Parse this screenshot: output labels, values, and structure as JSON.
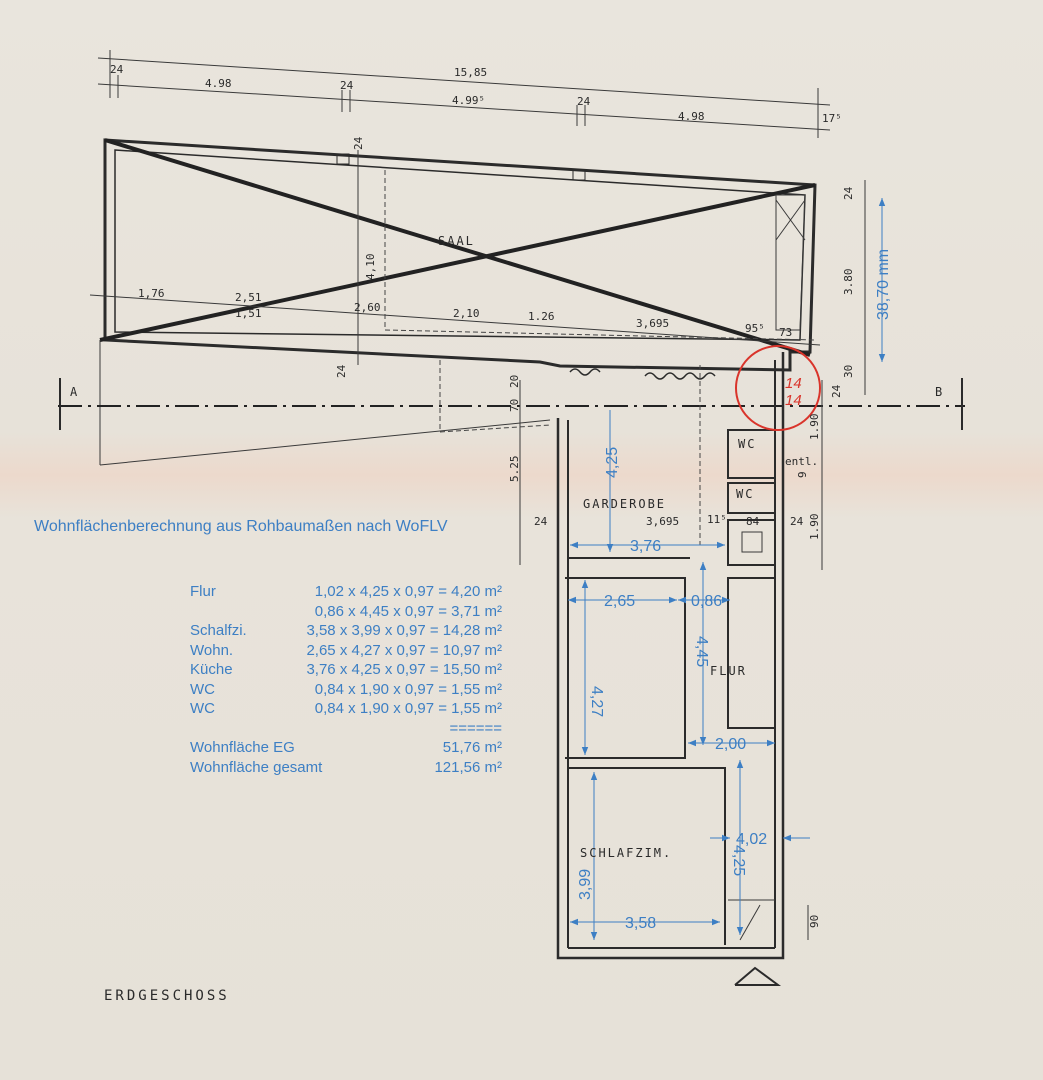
{
  "heading": "Wohnflächenberechnung aus Rohbaumaßen nach WoFLV",
  "floor_name": "ERDGESCHOSS",
  "rooms": {
    "saal": "SAAL",
    "garderobe": "GARDEROBE",
    "wc1": "WC",
    "wc2": "WC",
    "flur": "FLUR",
    "schlafzim": "SCHLAFZIM.",
    "entl": "entl."
  },
  "section": {
    "a": "A",
    "b": "B"
  },
  "dims_top": {
    "d24a": "24",
    "d498a": "4.98",
    "d1585": "15,85",
    "d24b": "24",
    "d4995": "4.99⁵",
    "d24c": "24",
    "d498b": "4.98",
    "d175": "17⁵",
    "d24v": "24",
    "d410": "4,10"
  },
  "dims_mid": {
    "d176": "1,76",
    "d251": "2,51",
    "d151": "1,51",
    "d260": "2,60",
    "d210": "2,10",
    "d126": "1.26",
    "d3695": "3,695",
    "d955": "95⁵",
    "d73": "73",
    "d24l": "24"
  },
  "dims_right": {
    "d24": "24",
    "d380": "3.80",
    "d30": "30",
    "d24b": "24",
    "d190a": "1.90",
    "d9": "9",
    "d190b": "1.90",
    "d90": "90",
    "d20": "20",
    "d70": "70",
    "d525": "5.25"
  },
  "dims_garderobe": {
    "d24l": "24",
    "d3695": "3,695",
    "d115": "11⁵",
    "d84": "84",
    "d24r": "24"
  },
  "blue_dims": {
    "d3870": "38,70 mm",
    "d425a": "4,25",
    "d376": "3,76",
    "d265": "2,65",
    "d086": "0,86",
    "d427": "4,27",
    "d445": "4,45",
    "d200": "2,00",
    "d399": "3,99",
    "d402": "4,02",
    "d425b": "4,25",
    "d358": "3,58"
  },
  "red_marks": {
    "top": "14",
    "bottom": "14"
  },
  "calc": [
    {
      "label": "Flur",
      "value": "1,02 x 4,25 x 0,97 = 4,20 m²"
    },
    {
      "label": "",
      "value": "0,86 x 4,45 x 0,97 = 3,71 m²"
    },
    {
      "label": "Schalfzi.",
      "value": "3,58 x 3,99 x 0,97 = 14,28 m²"
    },
    {
      "label": "Wohn.",
      "value": "2,65 x 4,27 x 0,97 = 10,97 m²"
    },
    {
      "label": "Küche",
      "value": "3,76 x 4,25 x 0,97 = 15,50 m²"
    },
    {
      "label": "WC",
      "value": "0,84 x 1,90 x 0,97 = 1,55 m²"
    },
    {
      "label": "WC",
      "value": "0,84 x 1,90 x 0,97 = 1,55 m²"
    },
    {
      "label": "",
      "value": "======"
    },
    {
      "label": "Wohnfläche EG",
      "value": "51,76 m²"
    },
    {
      "label": "Wohnfläche gesamt",
      "value": "121,56 m²"
    }
  ]
}
